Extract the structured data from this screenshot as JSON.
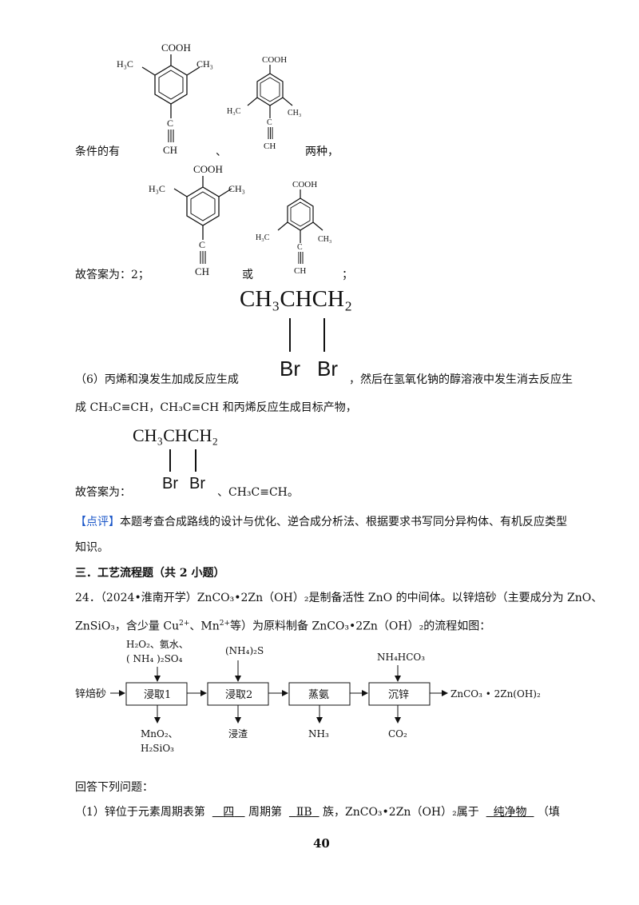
{
  "mol": {
    "cooh": "COOH",
    "ch3_left": "H₃C",
    "ch3_right": "CH₃",
    "triple_c": "C",
    "triple_ch": "CH"
  },
  "text": {
    "cond_prefix": "条件的有",
    "cond_sep": "、",
    "cond_suffix": "两种，",
    "answer1_prefix": "故答案为：2；",
    "answer1_or": "或",
    "answer1_end": "；",
    "big_top": "CH₃CHCH₂",
    "big_br1": "Br",
    "big_br2": "Br",
    "p6_prefix": "（6）丙烯和溴发生加成反应生成",
    "p6_suffix": "，然后在氢氧化钠的醇溶液中发生消去反应生",
    "p6_line2": "成 CH₃C≡CH，CH₃C≡CH 和丙烯反应生成目标产物，",
    "mid_top": "CH₃CHCH₂",
    "mid_br1": "Br",
    "mid_br2": "Br",
    "answer2_prefix": "故答案为：",
    "answer2_suffix": "、CH₃C≡CH。",
    "comment_tag": "【点评】",
    "comment_body": "本题考查合成路线的设计与优化、逆合成分析法、根据要求书写同分异构体、有机反应类型",
    "comment_line2": "知识。",
    "section_title": "三．工艺流程题（共 2 小题）",
    "q24_line1": "24．（2024•淮南开学）ZnCO₃•2Zn（OH）₂是制备活性 ZnO 的中间体。以锌焙砂（主要成分为 ZnO、",
    "q24_line2_a": "ZnSiO₃，含少量 Cu",
    "q24_sup1": "2+",
    "q24_line2_b": "、Mn",
    "q24_sup2": "2+",
    "q24_line2_c": "等）为原料制备 ZnCO₃•2Zn（OH）₂的流程如图：",
    "answer_q": "回答下列问题：",
    "q1_a": "（1）锌位于元素周期表第",
    "q1_blank1": "四",
    "q1_b": "周期第",
    "q1_blank2": "ⅡB",
    "q1_c": "族，ZnCO₃•2Zn（OH）₂属于",
    "q1_blank3": "纯净物",
    "q1_d": "（填"
  },
  "flow": {
    "start": "锌焙砂",
    "box1": "浸取1",
    "box2": "浸取2",
    "box3": "蒸氨",
    "box4": "沉锌",
    "product": "ZnCO₃ • 2Zn(OH)₂",
    "in1_a": "H₂O₂、氨水、",
    "in1_b": "( NH₄ )₂SO₄",
    "in2": "(NH₄)₂S",
    "in4": "NH₄HCO₃",
    "out1_a": "MnO₂、",
    "out1_b": "H₂SiO₃",
    "out2": "浸渣",
    "out3": "NH₃",
    "out4": "CO₂"
  },
  "page_number": "40"
}
